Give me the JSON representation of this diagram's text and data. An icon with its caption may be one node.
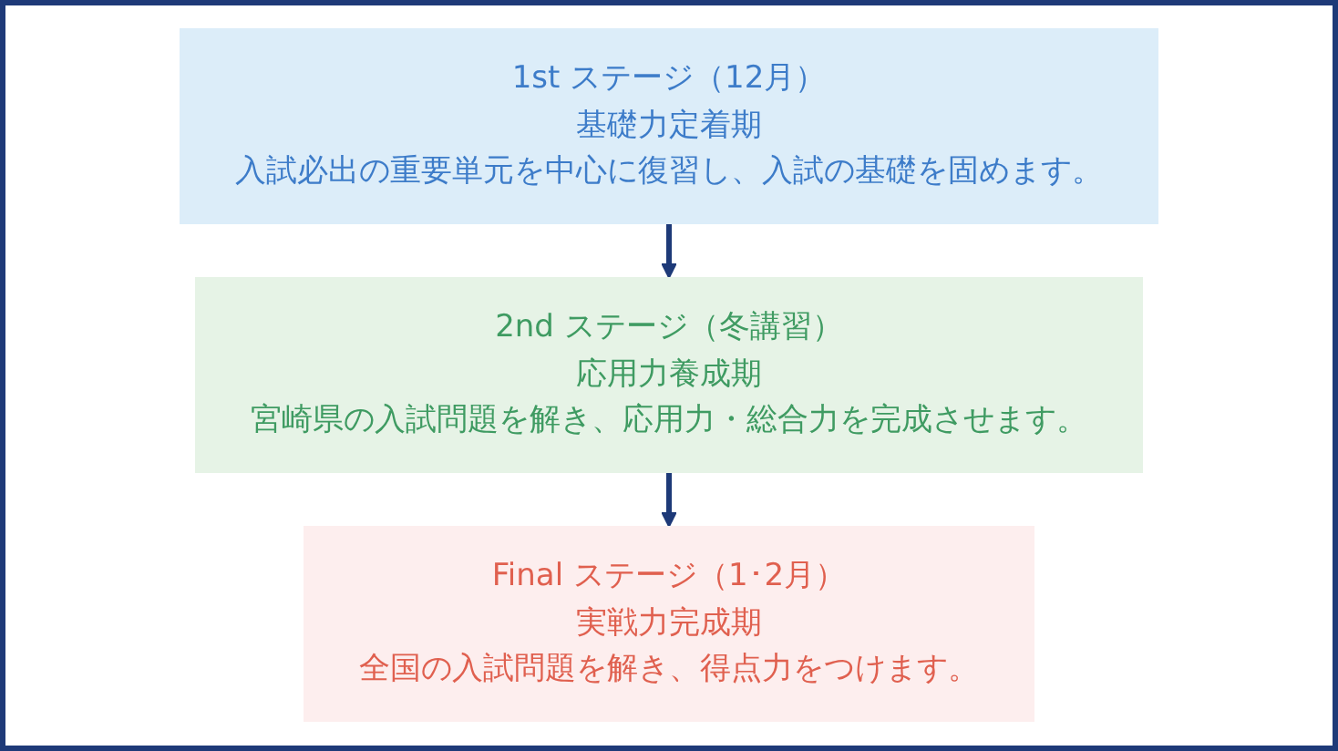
{
  "diagram": {
    "nodes": [
      {
        "text": [
          "1st ステージ（12月）",
          "基礎力定着期",
          "入試必出の重要単元を中心に復習し、入試の基礎を固めます。"
        ]
      },
      {
        "text": [
          "2nd ステージ（冬講習）",
          "応用力養成期",
          "宮崎県の入試問題を解き、応用力・総合力を完成させます。"
        ]
      },
      {
        "text": [
          "Final ステージ（1･2月）",
          "実戦力完成期",
          "全国の入試問題を解き、得点力をつけます。"
        ]
      }
    ],
    "edges": [
      {
        "from": 0,
        "to": 1,
        "arrow": "to"
      },
      {
        "from": 1,
        "to": 2,
        "arrow": "to"
      }
    ]
  }
}
